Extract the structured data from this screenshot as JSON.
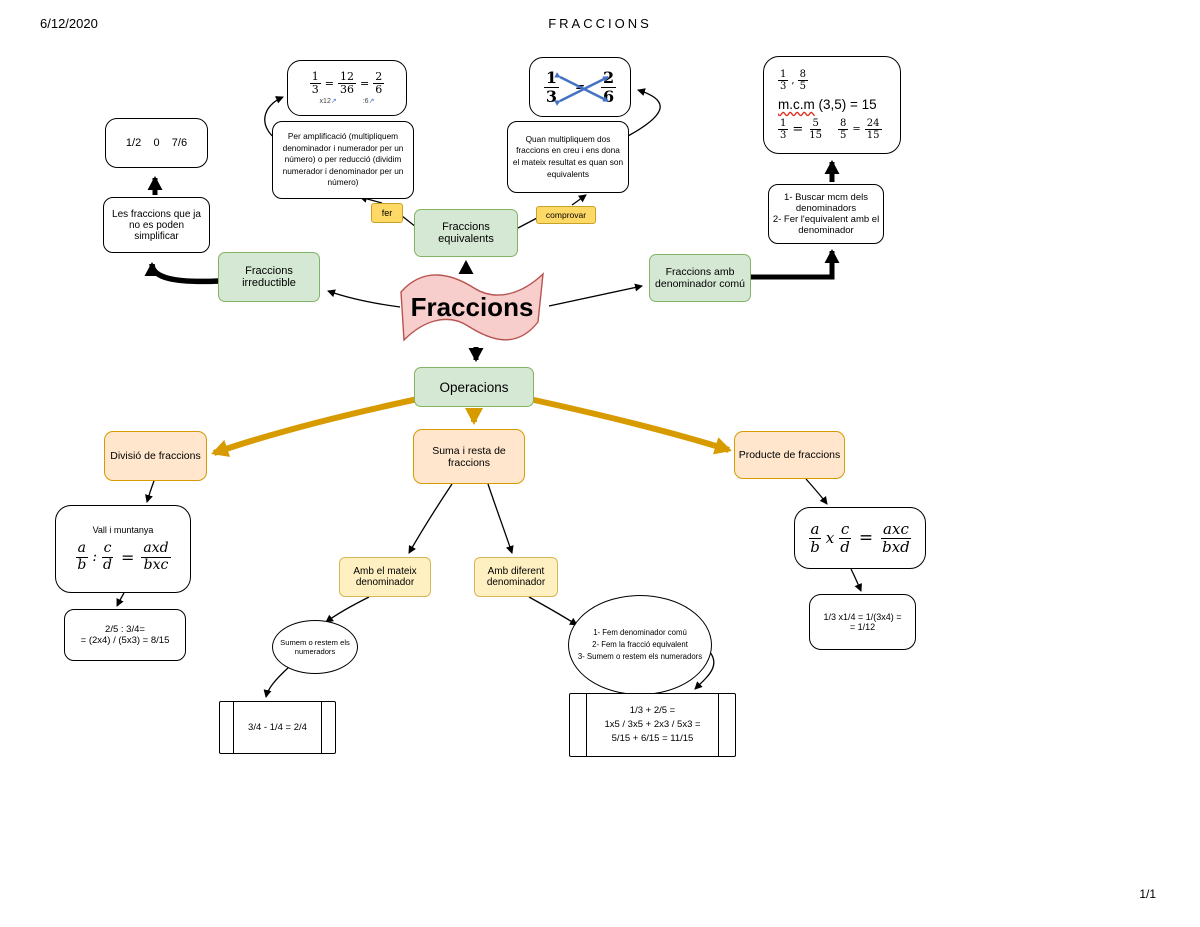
{
  "header": {
    "date": "6/12/2020",
    "title": "FRACCIONS"
  },
  "footer": {
    "page": "1/1"
  },
  "colors": {
    "green_fill": "#d5e8d4",
    "green_border": "#82b366",
    "orange_fill": "#ffe6cc",
    "orange_border": "#d79b00",
    "yellow_fill": "#ffd966",
    "yellow_border": "#d6b656",
    "pink_fill": "#f8cecc",
    "pink_border": "#b85450",
    "arrow_gold": "#d79b00",
    "blue_accent": "#4472c4",
    "spell_red": "#e0301e"
  },
  "icons": {
    "ne_arrow": "↗"
  },
  "banner": {
    "label": "Fraccions"
  },
  "nodes": {
    "operacions": "Operacions",
    "irreductible": "Fraccions irreductible",
    "equivalents": "Fraccions equivalents",
    "denom_comu": "Fraccions amb denominador comú",
    "divisio": "Divisió de fraccions",
    "suma_resta": "Suma i resta de fraccions",
    "producte": "Producte de fraccions",
    "mateix_denom": "Amb el mateix denominador",
    "diferent_denom": "Amb diferent denominador",
    "tag_fer": "fer",
    "tag_comprovar": "comprovar"
  },
  "notes": {
    "irred_exemples": "1/2    0    7/6",
    "irred_def": "Les fraccions que ja no es poden simplificar",
    "ampl_def": "Per amplificació (multipliquem denominador i numerador per un número) o per reducció (dividim numerador i denominador per un número)",
    "creu_def": "Quan multipliquem dos fraccions en creu i ens dona el mateix resultat es quan son equivalents",
    "steps_denom_comu": [
      "1- Buscar mcm dels denominadors",
      "2- Fer l'equivalent amb el denominador"
    ],
    "sumem_ellipse": "Sumem o restem els numeradors",
    "passos_ellipse": [
      "1- Fem denominador comú",
      "2- Fem la fracció equivalent",
      "3- Sumem o restem els numeradors"
    ],
    "divisio_titol": "Vall i muntanya",
    "divisio_exemple": [
      "2/5 : 3/4=",
      "= (2x4) / (5x3) = 8/15"
    ],
    "resta_exemple": "3/4 - 1/4 = 2/4",
    "suma_exemple": [
      "1/3 + 2/5 =",
      "1x5 / 3x5 + 2x3 / 5x3 =",
      "5/15 + 6/15 = 11/15"
    ],
    "producte_exemple": [
      "1/3 x1/4 =  1/(3x4) =",
      "= 1/12"
    ]
  },
  "formules": {
    "amplificacio": {
      "f1n": "1",
      "f1d": "3",
      "eq1": "=",
      "f2n": "12",
      "f2d": "36",
      "eq2": "=",
      "f3n": "2",
      "f3d": "6",
      "ann1": "x12",
      "ann2": ":6"
    },
    "creu": {
      "f1n": "1",
      "f1d": "3",
      "eq": "=",
      "f2n": "2",
      "f2d": "6"
    },
    "mcm": {
      "f1n": "1",
      "f1d": "3",
      "coma": ",",
      "f2n": "8",
      "f2d": "5",
      "regla1": "m.c.m",
      "regla2": "(3,5) = 15",
      "e1n": "1",
      "e1d": "3",
      "eq1": "=",
      "e2n": "5",
      "e2d": "15",
      "e3n": "8",
      "e3d": "5",
      "eq2": "=",
      "e4n": "24",
      "e4d": "15"
    },
    "divisio": {
      "f1n": "a",
      "f1d": "b",
      "op": ":",
      "f2n": "c",
      "f2d": "d",
      "eq": "=",
      "f3n": "axd",
      "f3d": "bxc"
    },
    "producte": {
      "f1n": "a",
      "f1d": "b",
      "op": "x",
      "f2n": "c",
      "f2d": "d",
      "eq": "=",
      "f3n": "axc",
      "f3d": "bxd"
    }
  }
}
